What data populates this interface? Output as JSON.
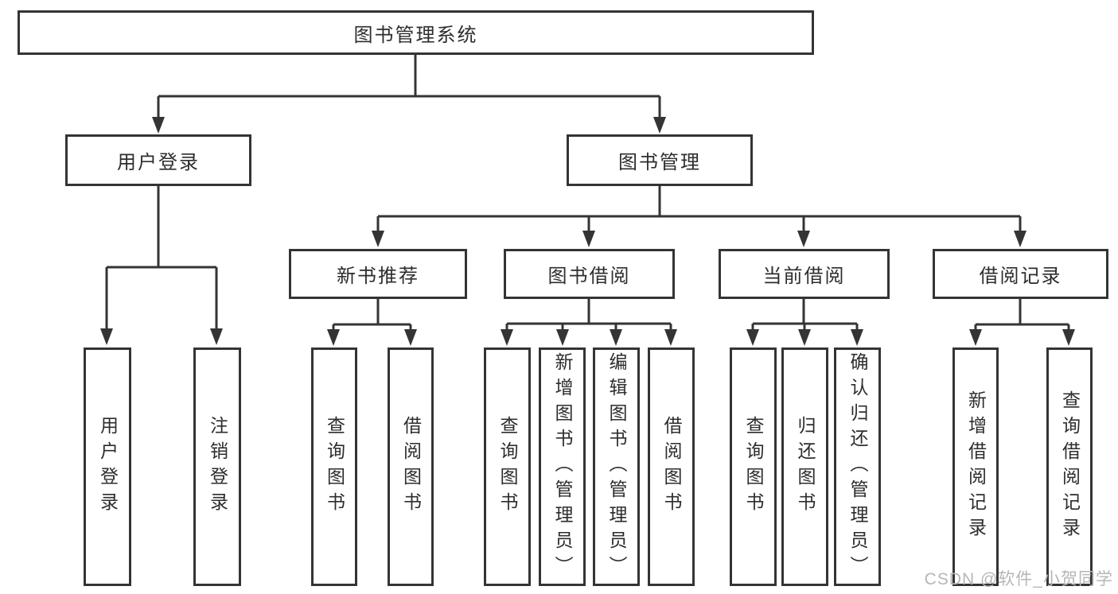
{
  "diagram": {
    "title": "图书管理系统",
    "level2": [
      {
        "label": "用户登录"
      },
      {
        "label": "图书管理"
      }
    ],
    "level3": [
      {
        "label": "新书推荐",
        "parent": "图书管理"
      },
      {
        "label": "图书借阅",
        "parent": "图书管理"
      },
      {
        "label": "当前借阅",
        "parent": "图书管理"
      },
      {
        "label": "借阅记录",
        "parent": "图书管理"
      }
    ],
    "level4": [
      {
        "label": "用户登录",
        "parent": "用户登录"
      },
      {
        "label": "注销登录",
        "parent": "用户登录"
      },
      {
        "label": "查询图书",
        "parent": "新书推荐"
      },
      {
        "label": "借阅图书",
        "parent": "新书推荐"
      },
      {
        "label": "查询图书",
        "parent": "图书借阅"
      },
      {
        "label": "新增图书（管理员）",
        "parent": "图书借阅"
      },
      {
        "label": "编辑图书（管理员）",
        "parent": "图书借阅"
      },
      {
        "label": "借阅图书",
        "parent": "图书借阅"
      },
      {
        "label": "查询图书",
        "parent": "当前借阅"
      },
      {
        "label": "归还图书",
        "parent": "当前借阅"
      },
      {
        "label": "确认归还（管理员）",
        "parent": "当前借阅"
      },
      {
        "label": "新增借阅记录",
        "parent": "借阅记录"
      },
      {
        "label": "查询借阅记录",
        "parent": "借阅记录"
      }
    ]
  },
  "watermark": {
    "text": "CSDN @软件_小贺同学"
  },
  "colors": {
    "line": "#343434",
    "text": "#2d2d2d",
    "background": "#ffffff",
    "watermark": "#b6b6b6"
  }
}
